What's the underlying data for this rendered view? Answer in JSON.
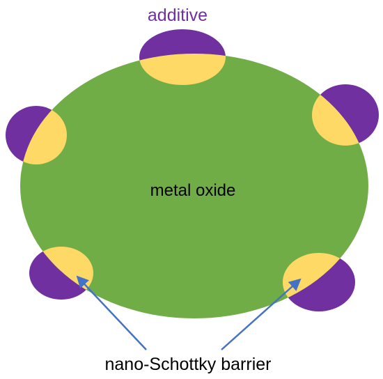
{
  "labels": {
    "additive": "additive",
    "core": "metal oxide",
    "barrier": "nano-Schottky barrier"
  },
  "colors": {
    "core": "#70AD47",
    "additive": "#7030A0",
    "barrier": "#FFD966",
    "arrow": "#4472C4",
    "additive_text": "#7030A0",
    "text": "#000000"
  }
}
